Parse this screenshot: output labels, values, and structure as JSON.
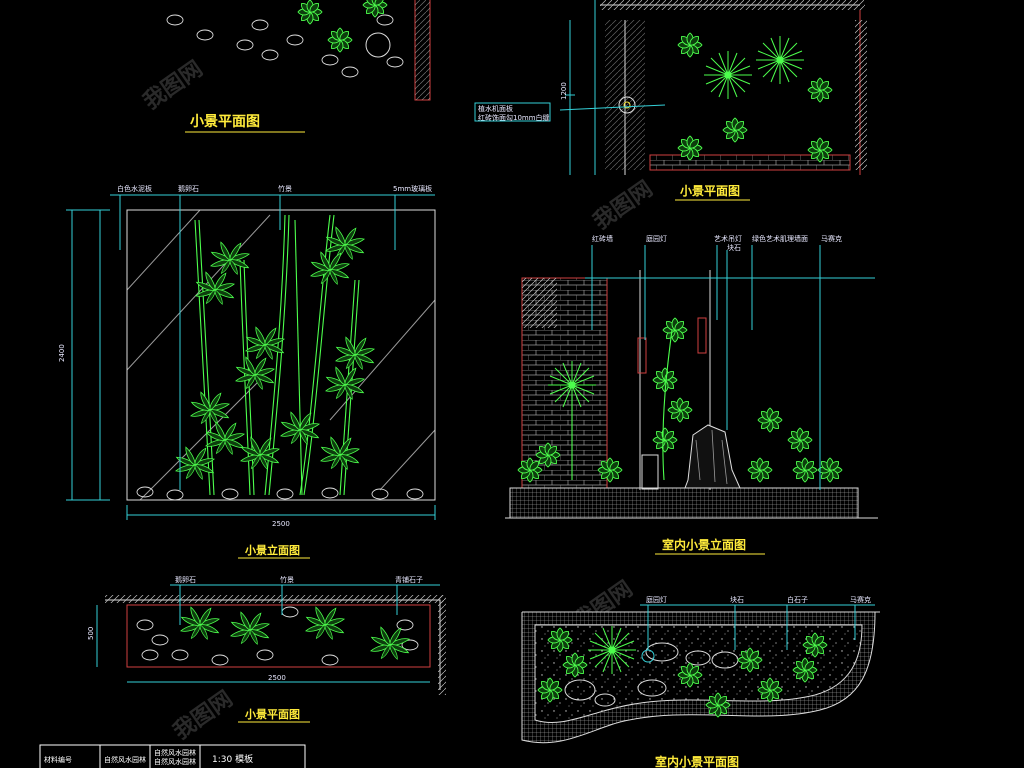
{
  "sheet": {
    "titles": {
      "plan_top_left": "小景平面图",
      "plan_top_right": "小景平面图",
      "elev_bamboo": "小景立面图",
      "elev_indoor": "室内小景立面图",
      "plan_bottom_left": "小景平面图",
      "plan_bottom_right": "室内小景平面图"
    },
    "top_right_notes": [
      "植水机面板",
      "红砖饰面勾10mm白缝"
    ],
    "top_right_dim": "1200",
    "bamboo_labels": [
      "白色水泥板",
      "鹅卵石",
      "竹景",
      "5mm玻璃板"
    ],
    "bamboo_dims": {
      "height": "2400",
      "width": "2500"
    },
    "indoor_labels": [
      "红砖墙",
      "庭园灯",
      "艺术吊灯",
      "块石",
      "绿色艺术肌理墙面",
      "马赛克"
    ],
    "bottom_left_labels": [
      "鹅卵石",
      "竹景",
      "青铺石子"
    ],
    "bottom_left_dims": {
      "depth": "500",
      "width": "2500"
    },
    "bottom_right_labels": [
      "庭园灯",
      "块石",
      "白石子",
      "马赛克"
    ],
    "title_block": {
      "cells": [
        "材料编号",
        "自然风水园林",
        "自然风水园林",
        "自然风水园林",
        "1:30 模板"
      ]
    },
    "watermark": "我图网",
    "colors": {
      "plant": "#4dff4d",
      "dimension": "#34d0d8",
      "wall": "#d04040",
      "title": "#ffeb3b"
    }
  }
}
